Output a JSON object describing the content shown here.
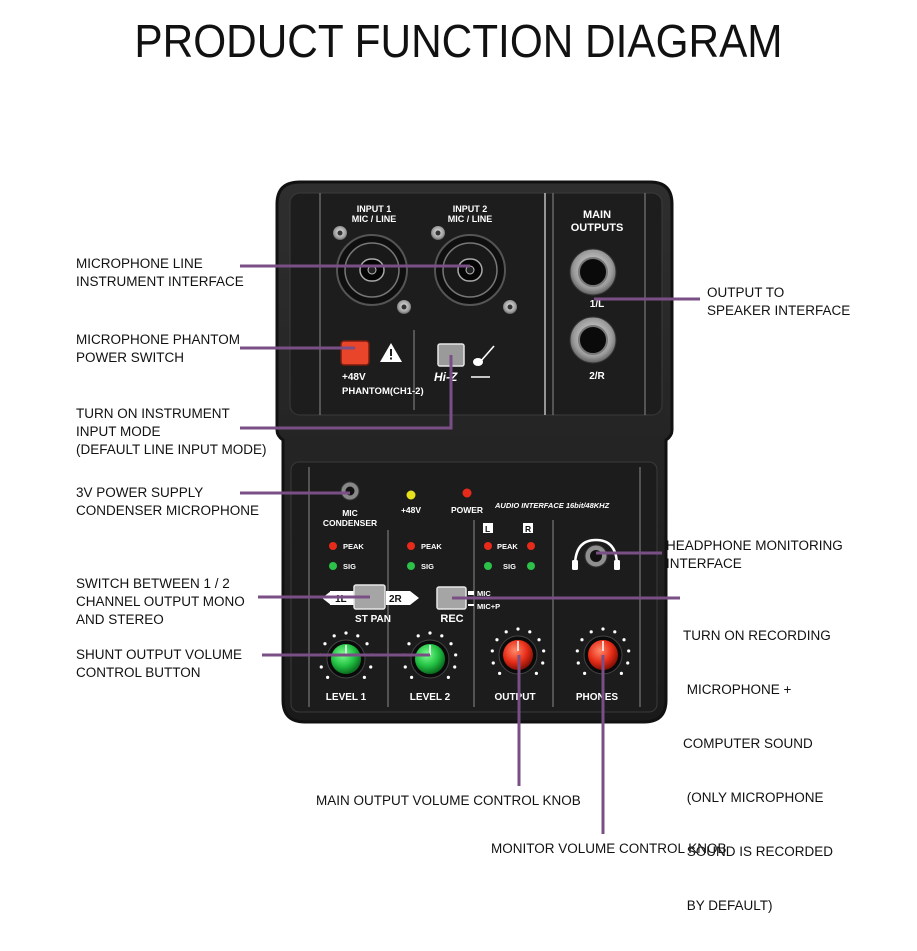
{
  "title": "PRODUCT FUNCTION DIAGRAM",
  "device": {
    "input1": [
      "INPUT 1",
      "MIC / LINE"
    ],
    "input2": [
      "INPUT 2",
      "MIC / LINE"
    ],
    "main_outputs": [
      "MAIN",
      "OUTPUTS"
    ],
    "out1": "1/L",
    "out2": "2/R",
    "phantom_48v": "+48V",
    "phantom_ch": "PHANTOM(CH1-2)",
    "hiz": "Hi-Z",
    "mic_condenser": [
      "MIC",
      "CONDENSER"
    ],
    "led_48v": "+48V",
    "led_power": "POWER",
    "interface_label": "AUDIO INTERFACE  16bit/48KHZ",
    "peak": "PEAK",
    "sig": "SIG",
    "left": "L",
    "right": "R",
    "pan_1l": "1L",
    "pan_2r": "2R",
    "st_pan": "ST PAN",
    "rec": "REC",
    "rec_mic": "MIC",
    "rec_micp": "MIC+P",
    "knob_level1": "LEVEL 1",
    "knob_level2": "LEVEL 2",
    "knob_output": "OUTPUT",
    "knob_phones": "PHONES"
  },
  "callouts": {
    "mic_line": [
      "MICROPHONE LINE",
      "INSTRUMENT INTERFACE"
    ],
    "phantom": [
      "MICROPHONE PHANTOM",
      "POWER SWITCH"
    ],
    "instrument": [
      "TURN ON INSTRUMENT",
      "INPUT MODE",
      "(DEFAULT LINE INPUT MODE)"
    ],
    "power3v": [
      "3V POWER SUPPLY",
      "CONDENSER MICROPHONE"
    ],
    "switch12": [
      "SWITCH BETWEEN 1 / 2",
      "CHANNEL OUTPUT MONO",
      "AND STEREO"
    ],
    "shunt": [
      "SHUNT OUTPUT VOLUME",
      "CONTROL BUTTON"
    ],
    "speaker": [
      "OUTPUT TO",
      "SPEAKER INTERFACE"
    ],
    "headphone": [
      "HEADPHONE MONITORING",
      "INTERFACE"
    ],
    "recording": [
      "TURN ON RECORDING",
      " MICROPHONE +",
      "COMPUTER SOUND",
      " (ONLY MICROPHONE",
      " SOUND IS RECORDED",
      " BY DEFAULT)"
    ],
    "main_knob": "MAIN OUTPUT VOLUME CONTROL KNOB",
    "monitor_knob": "MONITOR VOLUME CONTROL KNOB"
  },
  "colors": {
    "leader": "#7a4f86",
    "device_body": "#242424",
    "knob_green": "#27c34a",
    "knob_red": "#e8311e",
    "phantom_button": "#e8452b"
  }
}
